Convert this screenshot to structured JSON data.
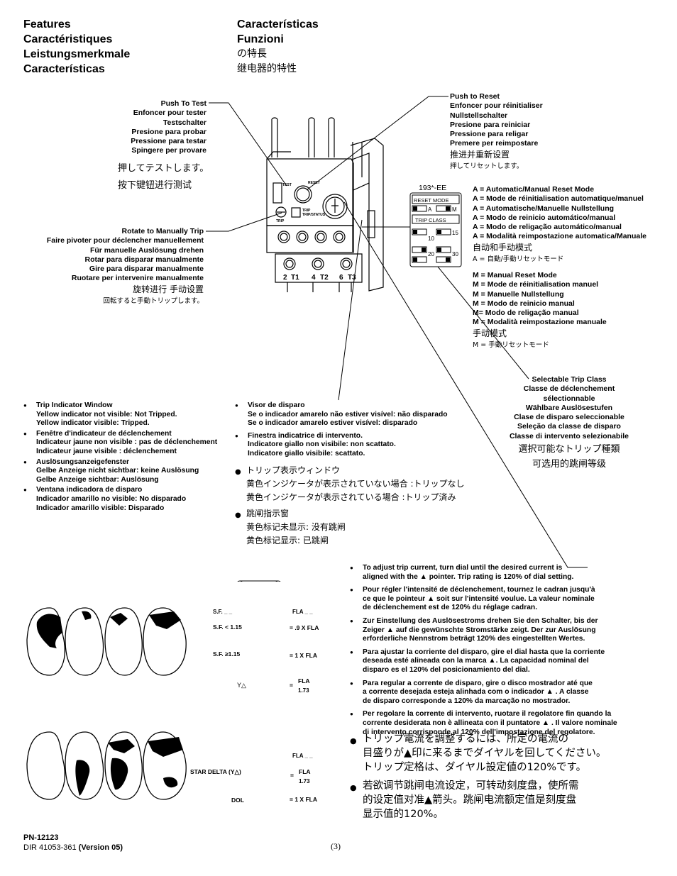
{
  "header": {
    "left": [
      "Features",
      "Caractéristiques",
      "Leistungsmerkmale",
      "Características"
    ],
    "right": [
      "Características",
      "Funzioni",
      "の特長",
      "继电器的特性"
    ]
  },
  "push_to_test": {
    "lines": [
      "Push To Test",
      "Enfoncer pour tester",
      "Testschalter",
      "Presione para probar",
      "Pressione para testar",
      "Spingere per provare"
    ],
    "ja": "押してテストします。",
    "zh": "按下键钮进行测试"
  },
  "push_to_reset": {
    "lines": [
      "Push to Reset",
      "Enfoncer pour réinitialiser",
      "Nullstellschalter",
      "Presione para reiniciar",
      "Pressione para religar",
      "Premere per reimpostare"
    ],
    "zh": "推进并重新设置",
    "ja": "押してリセットします。"
  },
  "rotate": {
    "lines": [
      "Rotate to Manually Trip",
      "Faire pivoter pour déclencher manuellement",
      "Für manuelle Auslösung drehen",
      "Rotar para disparar manualmente",
      "Gire para disparar manualmente",
      "Ruotare per intervenire manualmente"
    ],
    "zh": "旋转进行 手动设置",
    "ja": "回転すると手動トリップします。"
  },
  "device": {
    "labels": [
      "TEST",
      "RESET",
      "TRIP",
      "TRIP",
      "TRIP/STATUS",
      "2",
      "T1",
      "4",
      "T2",
      "6",
      "T3"
    ]
  },
  "dip_panel": {
    "model": "193*-EE",
    "reset_mode_label": "RESET MODE",
    "a": "A",
    "m": "M",
    "trip_class_label": "TRIP CLASS",
    "classes": [
      "10",
      "15",
      "20",
      "30"
    ]
  },
  "auto_reset": {
    "lines": [
      "A = Automatic/Manual Reset Mode",
      "A = Mode de réinitialisation automatique/manuel",
      "A = Automatische/Manuelle Nullstellung",
      "A = Modo de reinicio automático/manual",
      "A = Modo de religação automático/manual",
      "A = Modalità reimpostazione automatica/Manuale"
    ],
    "zh": "自动和手动模式",
    "ja": "A = 自動/手動リセットモード"
  },
  "manual_reset": {
    "lines": [
      "M = Manual Reset Mode",
      "M = Mode de réinitialisation manuel",
      "M = Manuelle Nullstellung",
      "M = Modo de reinicio manual",
      "M= Modo de religação manual",
      "M = Modalità reimpostazione manuale"
    ],
    "zh": "手动模式",
    "ja": "M = 手動リセットモード"
  },
  "trip_class": {
    "lines": [
      "Selectable Trip Class",
      "Classe de déclenchement",
      "sélectionnable",
      "Wählbare Auslösestufen",
      "Clase de disparo seleccionable",
      "Seleção da classe de disparo",
      "Classe di intervento selezionabile"
    ],
    "ja": "選択可能なトリップ種類",
    "zh": "可选用的跳闸等级"
  },
  "indicator_left": [
    {
      "title": "Trip Indicator Window",
      "lines": [
        "Yellow indicator not visible: Not Tripped.",
        "Yellow indicator visible: Tripped."
      ]
    },
    {
      "title": "Fenêtre d'indicateur de déclenchement",
      "lines": [
        "Indicateur jaune non visible : pas de déclenchement",
        "Indicateur jaune visible : déclenchement"
      ]
    },
    {
      "title": "Auslösungsanzeigefenster",
      "lines": [
        "Gelbe Anzeige nicht sichtbar: keine Auslösung",
        "Gelbe Anzeige sichtbar: Auslösung"
      ]
    },
    {
      "title": "Ventana indicadora de disparo",
      "lines": [
        "Indicador amarillo no visible: No disparado",
        "Indicador amarillo visible: Disparado"
      ]
    }
  ],
  "indicator_right": [
    {
      "title": "Visor de disparo",
      "lines": [
        "Se o indicador amarelo não estiver visível: não disparado",
        "Se o indicador amarelo estiver visível: disparado"
      ]
    },
    {
      "title": "Finestra indicatrice di intervento.",
      "lines": [
        "Indicatore giallo non visibile: non scattato.",
        "Indicatore giallo visibile: scattato."
      ]
    }
  ],
  "indicator_cjk": [
    {
      "title": "トリップ表示ウィンドウ",
      "lines": [
        "黄色インジケータが表示されていない場合 :トリップなし",
        "黄色インジケータが表示されている場合 :トリップ済み"
      ]
    },
    {
      "title": "跳闸指示窗",
      "lines": [
        "黄色标记未显示: 没有跳闸",
        "黄色标记显示: 已跳闸"
      ]
    }
  ],
  "dial_top": {
    "sf": "S.F. _ _",
    "fla": "FLA _ _",
    "rows": [
      {
        "label": "S.F. < 1.15",
        "value": "= .9 X FLA"
      },
      {
        "label": "S.F. ≥1.15",
        "value": "= 1 X FLA"
      },
      {
        "label": "Y△",
        "eq": "=",
        "num": "FLA",
        "den": "1.73"
      }
    ]
  },
  "dial_bottom": {
    "fla": "FLA _ _",
    "rows": [
      {
        "label": "STAR DELTA (Y△)",
        "eq": "=",
        "num": "FLA",
        "den": "1.73"
      },
      {
        "label": "DOL",
        "value": "= 1 X FLA"
      }
    ]
  },
  "adjust": [
    {
      "lines": [
        "To adjust trip current, turn dial until the desired current is",
        "aligned with the ▲ pointer. Trip rating is 120% of dial setting."
      ]
    },
    {
      "lines": [
        "Pour régler l'intensité  de déclenchement, tournez le cadran jusqu'à",
        "ce que le pointeur ▲ soit sur l'intensité voulue. La valeur nominale",
        "de déclenchement est de 120% du réglage cadran."
      ]
    },
    {
      "lines": [
        "Zur Einstellung des Auslösestroms drehen Sie den Schalter, bis der",
        "Zeiger ▲ auf die gewünschte Stromstärke zeigt. Der zur Auslösung",
        "erforderliche Nennstrom beträgt 120% des eingestellten Wertes."
      ]
    },
    {
      "lines": [
        "Para ajustar la corriente del disparo, gire el dial hasta que la corriente",
        "deseada esté alineada con la marca ▲. La capacidad nominal del",
        "disparo es el 120% del posicionamiento del dial."
      ]
    },
    {
      "lines": [
        "Para regular a corrente de disparo, gire o disco mostrador até que",
        "a corrente desejada esteja alinhada com o indicador ▲ . A classe",
        "de disparo corresponde a 120% da marcação no mostrador."
      ]
    },
    {
      "lines": [
        "Per regolare la corrente di intervento, ruotare il regolatore fin quando la",
        "corrente desiderata non è allineata con il puntatore ▲ . Il valore nominale",
        "di intervento corrisponde al 120% dell'impostazione del regolatore."
      ]
    }
  ],
  "adjust_cjk": [
    {
      "lines": [
        "トリップ電流を調整するには、所定の電流の",
        "目盛りが▲印に来るまでダイヤルを回してください。",
        "トリップ定格は、ダイヤル設定値の120%です。"
      ]
    },
    {
      "lines": [
        "若欲调节跳闸电流设定，可转动刻度盘，使所需",
        "的设定值对准▲箭头。跳闸电流额定值是刻度盘",
        "显示值的120%。"
      ]
    }
  ],
  "footer": {
    "pn": "PN-12123",
    "dir": "DIR 41053-361",
    "version": "(Version 05)",
    "page": "(3)"
  }
}
